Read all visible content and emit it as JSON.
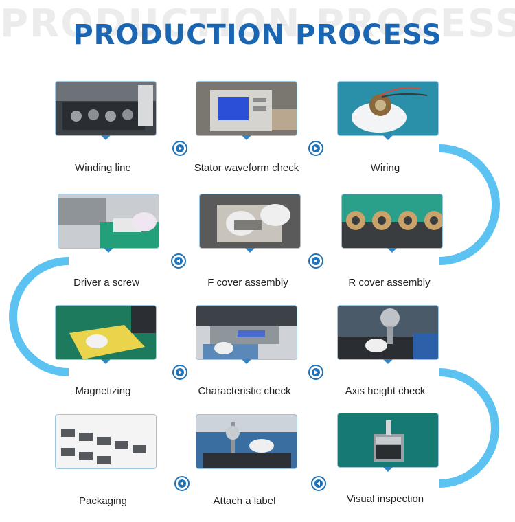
{
  "header": {
    "background_word": "PRODUCTION PROCESS",
    "title": "PRODUCTION PROCESS"
  },
  "colors": {
    "title": "#1a66b3",
    "track_light": "#5cc2f2",
    "track_dark": "#1f6fb2",
    "node": "#1f73b9"
  },
  "steps": [
    {
      "label": "Winding line",
      "photo": "winding-machine-photo"
    },
    {
      "label": "Stator waveform check",
      "photo": "waveform-tester-photo"
    },
    {
      "label": "Wiring",
      "photo": "wiring-photo"
    },
    {
      "label": "R cover assembly",
      "photo": "r-cover-assembly-photo"
    },
    {
      "label": "F cover assembly",
      "photo": "f-cover-assembly-photo"
    },
    {
      "label": "Driver a screw",
      "photo": "screw-driving-photo"
    },
    {
      "label": "Magnetizing",
      "photo": "magnetizing-photo"
    },
    {
      "label": "Characteristic check",
      "photo": "characteristic-check-photo"
    },
    {
      "label": "Axis height check",
      "photo": "axis-height-check-photo"
    },
    {
      "label": "Visual inspection",
      "photo": "visual-inspection-photo"
    },
    {
      "label": "Attach a label",
      "photo": "label-attach-photo"
    },
    {
      "label": "Packaging",
      "photo": "packaging-photo"
    }
  ]
}
